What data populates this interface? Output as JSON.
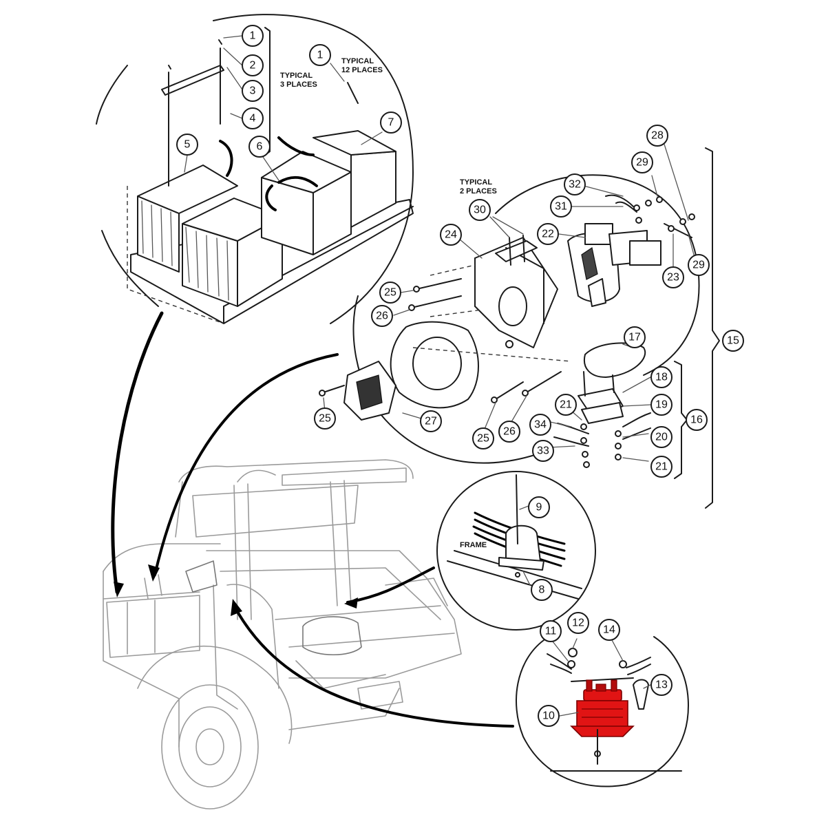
{
  "notes": {
    "typical_3": [
      "TYPICAL",
      "3 PLACES"
    ],
    "typical_12": [
      "TYPICAL",
      "12 PLACES"
    ],
    "typical_2": [
      "TYPICAL",
      "2 PLACES"
    ],
    "frame": "FRAME"
  },
  "callouts": [
    {
      "id": "c1a",
      "label": "1"
    },
    {
      "id": "c1b",
      "label": "1"
    },
    {
      "id": "c2",
      "label": "2"
    },
    {
      "id": "c3",
      "label": "3"
    },
    {
      "id": "c4",
      "label": "4"
    },
    {
      "id": "c5",
      "label": "5"
    },
    {
      "id": "c6",
      "label": "6"
    },
    {
      "id": "c7",
      "label": "7"
    },
    {
      "id": "c8",
      "label": "8"
    },
    {
      "id": "c9",
      "label": "9"
    },
    {
      "id": "c10",
      "label": "10"
    },
    {
      "id": "c11",
      "label": "11"
    },
    {
      "id": "c12",
      "label": "12"
    },
    {
      "id": "c13",
      "label": "13"
    },
    {
      "id": "c14",
      "label": "14"
    },
    {
      "id": "c15",
      "label": "15"
    },
    {
      "id": "c16",
      "label": "16"
    },
    {
      "id": "c17",
      "label": "17"
    },
    {
      "id": "c18",
      "label": "18"
    },
    {
      "id": "c19",
      "label": "19"
    },
    {
      "id": "c20",
      "label": "20"
    },
    {
      "id": "c21a",
      "label": "21"
    },
    {
      "id": "c21b",
      "label": "21"
    },
    {
      "id": "c22",
      "label": "22"
    },
    {
      "id": "c23",
      "label": "23"
    },
    {
      "id": "c24",
      "label": "24"
    },
    {
      "id": "c25a",
      "label": "25"
    },
    {
      "id": "c25b",
      "label": "25"
    },
    {
      "id": "c25c",
      "label": "25"
    },
    {
      "id": "c26a",
      "label": "26"
    },
    {
      "id": "c26b",
      "label": "26"
    },
    {
      "id": "c27",
      "label": "27"
    },
    {
      "id": "c28",
      "label": "28"
    },
    {
      "id": "c29a",
      "label": "29"
    },
    {
      "id": "c29b",
      "label": "29"
    },
    {
      "id": "c30",
      "label": "30"
    },
    {
      "id": "c31",
      "label": "31"
    },
    {
      "id": "c32",
      "label": "32"
    },
    {
      "id": "c33",
      "label": "33"
    },
    {
      "id": "c34",
      "label": "34"
    }
  ],
  "colors": {
    "highlight": "#e11414",
    "line": "#1a1a1a",
    "background": "#ffffff"
  }
}
